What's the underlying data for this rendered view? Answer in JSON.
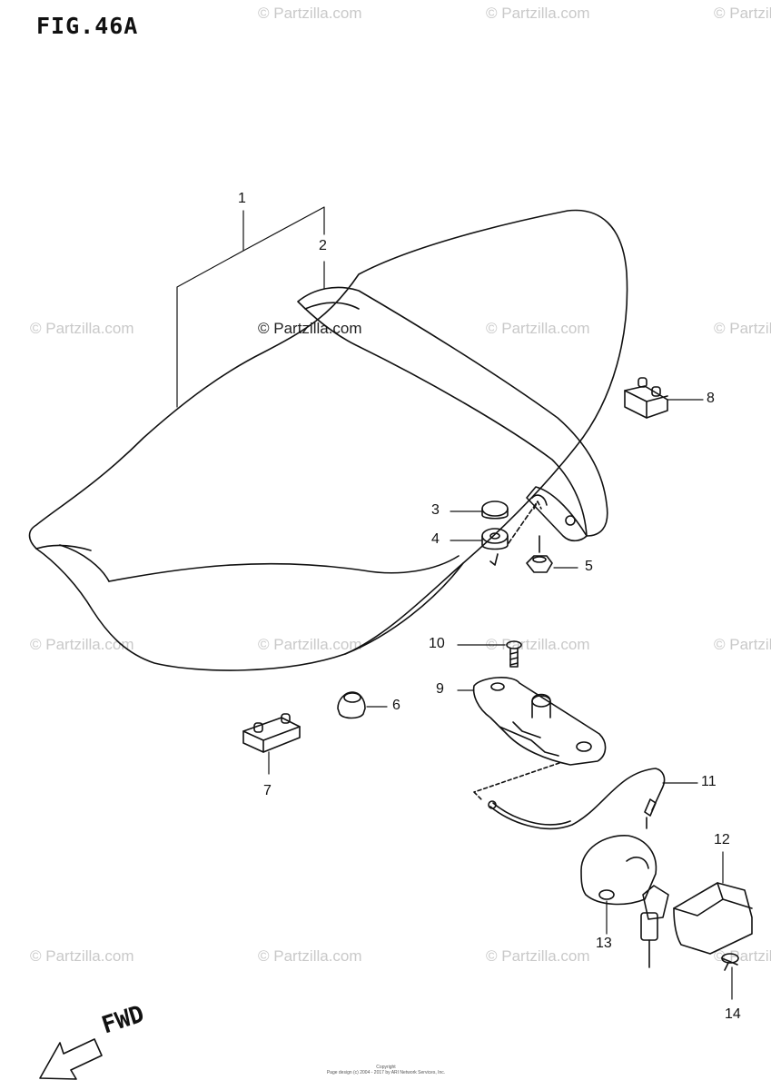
{
  "figure": {
    "title": "FIG.46A"
  },
  "watermark": {
    "text": "© Partzilla.com"
  },
  "callouts": [
    {
      "id": "1",
      "label": "1",
      "part": "seat"
    },
    {
      "id": "2",
      "label": "2",
      "part": "seat-hinge-strap"
    },
    {
      "id": "3",
      "label": "3",
      "part": "cushion"
    },
    {
      "id": "4",
      "label": "4",
      "part": "cushion"
    },
    {
      "id": "5",
      "label": "5",
      "part": "nut"
    },
    {
      "id": "6",
      "label": "6",
      "part": "cushion"
    },
    {
      "id": "7",
      "label": "7",
      "part": "rubber-block"
    },
    {
      "id": "8",
      "label": "8",
      "part": "rubber-block"
    },
    {
      "id": "9",
      "label": "9",
      "part": "seat-lock"
    },
    {
      "id": "10",
      "label": "10",
      "part": "screw"
    },
    {
      "id": "11",
      "label": "11",
      "part": "seat-lock-cable"
    },
    {
      "id": "12",
      "label": "12",
      "part": "lock-cover"
    },
    {
      "id": "13",
      "label": "13",
      "part": "lock-set"
    },
    {
      "id": "14",
      "label": "14",
      "part": "screw"
    }
  ],
  "direction": {
    "label": "FWD"
  },
  "footer": {
    "line1": "Copyright",
    "line2": "Page design (c) 2004 - 2017 by ARI Network Services, Inc."
  }
}
